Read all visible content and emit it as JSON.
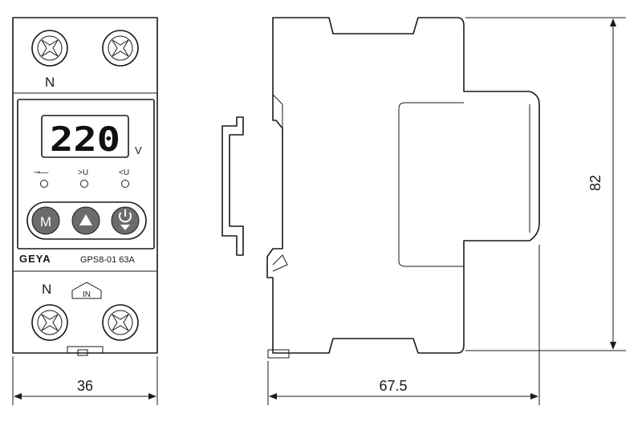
{
  "front": {
    "top_terminal_label": "N",
    "bottom_terminal_label": "N",
    "in_arrow_label": "IN",
    "display_value": "220",
    "unit_label": "V",
    "indicators": [
      {
        "label": "⊸—",
        "name": "switch"
      },
      {
        "label": ">U",
        "name": "over-voltage"
      },
      {
        "label": "<U",
        "name": "under-voltage"
      }
    ],
    "buttons": [
      {
        "label": "M",
        "name": "menu-button"
      },
      {
        "label": "▲",
        "name": "up-button"
      },
      {
        "label": "⏻",
        "name": "power-button"
      }
    ],
    "brand": "GEYA",
    "model": "GPS8-01 63A",
    "width_dimension": "36"
  },
  "side": {
    "depth_dimension": "67.5",
    "height_dimension": "82"
  },
  "colors": {
    "panel_gray": "#cfcfcf",
    "button_gray": "#6b6b6b",
    "line": "#1a1a1a"
  }
}
